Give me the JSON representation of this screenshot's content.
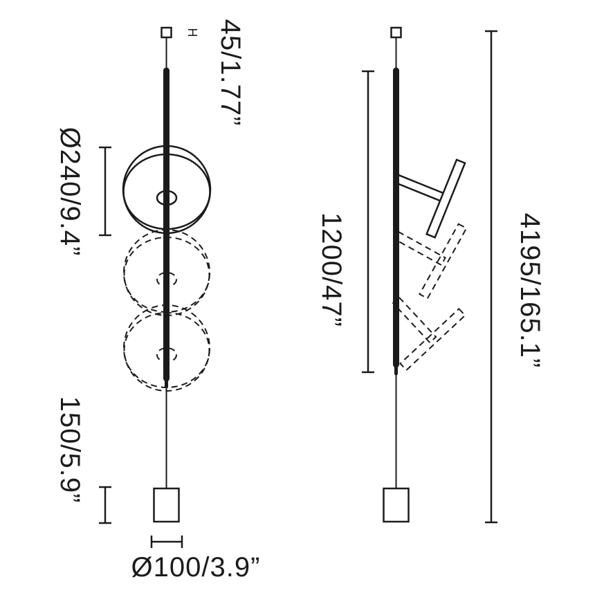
{
  "page": {
    "background": "#ffffff"
  },
  "colors": {
    "ink": "#1b1b1b"
  },
  "labels": {
    "height_marker": "H",
    "canopy_height": "45/1.77”",
    "shade_diameter": "Ø240/9.4”",
    "base_height": "150/5.9”",
    "base_diameter": "Ø100/3.9”",
    "rod_length": "1200/47”",
    "overall_height": "4195/165.1”"
  }
}
